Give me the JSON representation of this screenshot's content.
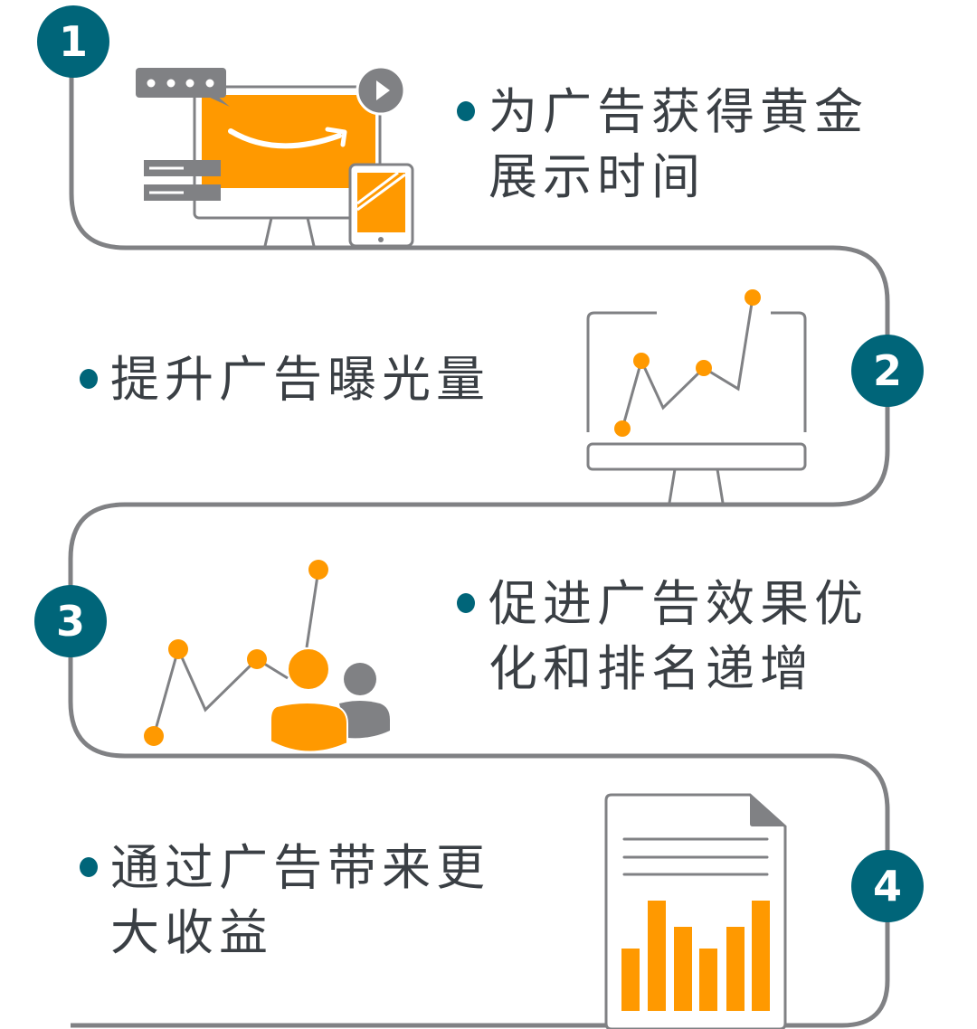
{
  "colors": {
    "teal": "#006579",
    "orange": "#ff9900",
    "gray": "#808184",
    "text": "#3a3f44",
    "white": "#ffffff"
  },
  "steps": [
    {
      "number": "1",
      "lines": [
        "为广告获得黄金",
        "展示时间"
      ],
      "icon": "monitor-amazon-ad-icon"
    },
    {
      "number": "2",
      "lines": [
        "提升广告曝光量"
      ],
      "icon": "monitor-line-chart-icon"
    },
    {
      "number": "3",
      "lines": [
        "促进广告效果优",
        "化和排名递增"
      ],
      "icon": "audience-growth-chart-icon"
    },
    {
      "number": "4",
      "lines": [
        "通过广告带来更",
        "大收益"
      ],
      "icon": "report-bar-chart-icon"
    }
  ]
}
